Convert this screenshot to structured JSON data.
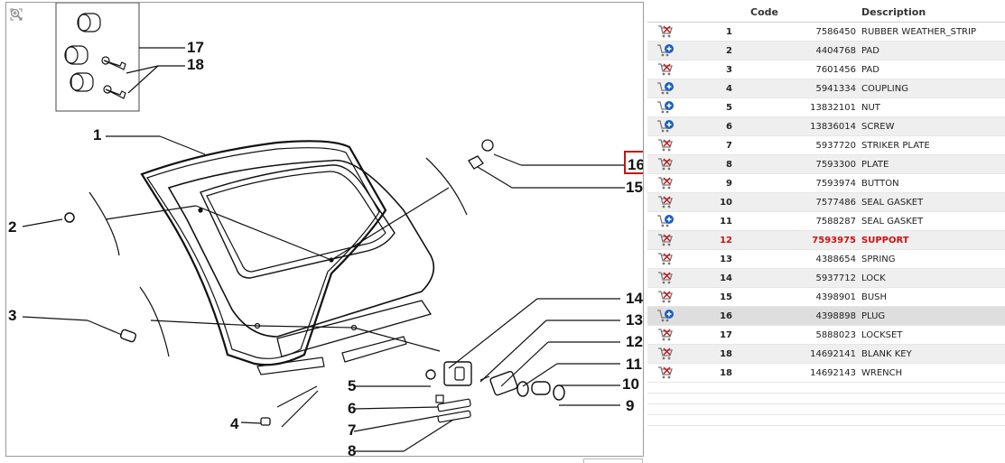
{
  "colors": {
    "highlight": "#cc1111",
    "cart_remove": "#c41a1a",
    "cart_add": "#1a5ec4",
    "row_alt": "#efefef",
    "row_selected": "#dedede"
  },
  "toolbar": {
    "fit_icon": "fit-to-window-icon",
    "zoom_in_icon": "zoom-in-icon",
    "zoom_out_icon": "zoom-out-icon"
  },
  "diagram": {
    "callouts": [
      "1",
      "2",
      "3",
      "4",
      "5",
      "6",
      "7",
      "8",
      "9",
      "10",
      "11",
      "12",
      "13",
      "14",
      "15",
      "16",
      "17",
      "18"
    ],
    "selected_callout": "16"
  },
  "table": {
    "headers": {
      "icon": "",
      "pos": "",
      "code": "Code",
      "description": "Description"
    },
    "rows": [
      {
        "icon": "cart-remove-icon",
        "pos": "1",
        "code": "7586450",
        "description": "RUBBER WEATHER_STRIP"
      },
      {
        "icon": "cart-add-icon",
        "pos": "2",
        "code": "4404768",
        "description": "PAD"
      },
      {
        "icon": "cart-remove-icon",
        "pos": "3",
        "code": "7601456",
        "description": "PAD"
      },
      {
        "icon": "cart-add-icon",
        "pos": "4",
        "code": "5941334",
        "description": "COUPLING"
      },
      {
        "icon": "cart-add-icon",
        "pos": "5",
        "code": "13832101",
        "description": "NUT"
      },
      {
        "icon": "cart-add-icon",
        "pos": "6",
        "code": "13836014",
        "description": "SCREW"
      },
      {
        "icon": "cart-remove-icon",
        "pos": "7",
        "code": "5937720",
        "description": "STRIKER PLATE"
      },
      {
        "icon": "cart-remove-icon",
        "pos": "8",
        "code": "7593300",
        "description": "PLATE"
      },
      {
        "icon": "cart-remove-icon",
        "pos": "9",
        "code": "7593974",
        "description": "BUTTON"
      },
      {
        "icon": "cart-remove-icon",
        "pos": "10",
        "code": "7577486",
        "description": "SEAL GASKET"
      },
      {
        "icon": "cart-add-icon",
        "pos": "11",
        "code": "7588287",
        "description": "SEAL GASKET"
      },
      {
        "icon": "cart-remove-icon",
        "pos": "12",
        "code": "7593975",
        "description": "SUPPORT",
        "highlighted": true
      },
      {
        "icon": "cart-remove-icon",
        "pos": "13",
        "code": "4388654",
        "description": "SPRING"
      },
      {
        "icon": "cart-remove-icon",
        "pos": "14",
        "code": "5937712",
        "description": "LOCK"
      },
      {
        "icon": "cart-remove-icon",
        "pos": "15",
        "code": "4398901",
        "description": "BUSH"
      },
      {
        "icon": "cart-add-icon",
        "pos": "16",
        "code": "4398898",
        "description": "PLUG",
        "selected": true
      },
      {
        "icon": "cart-remove-icon",
        "pos": "17",
        "code": "5888023",
        "description": "LOCKSET"
      },
      {
        "icon": "cart-remove-icon",
        "pos": "18",
        "code": "14692141",
        "description": "BLANK KEY"
      },
      {
        "icon": "cart-remove-icon",
        "pos": "18",
        "code": "14692143",
        "description": "WRENCH"
      }
    ]
  }
}
